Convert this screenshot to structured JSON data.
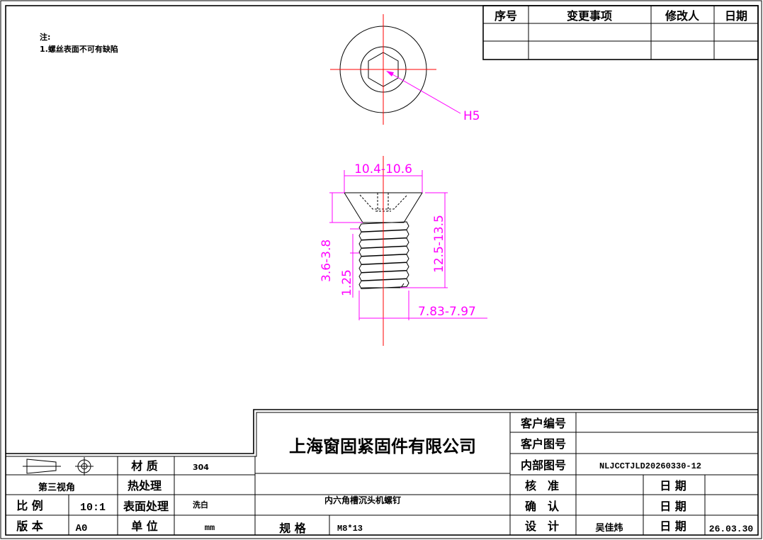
{
  "notes": {
    "title": "注:",
    "items": [
      "1.螺丝表面不可有缺陷"
    ]
  },
  "revision_table": {
    "headers": [
      "序号",
      "变更事项",
      "修改人",
      "日期"
    ],
    "rows": [
      [
        "",
        "",
        "",
        ""
      ],
      [
        "",
        "",
        "",
        ""
      ]
    ]
  },
  "drawing": {
    "hex_label": "H5",
    "dims": {
      "head_diameter": "10.4-10.6",
      "head_height": "3.6-3.8",
      "pitch": "1.25",
      "length": "12.5-13.5",
      "thread_diameter": "7.83-7.97"
    },
    "colors": {
      "center_line": "#ff0000",
      "dimension": "#ff00ff"
    }
  },
  "title_block": {
    "projection_label": "第三视角",
    "material_label": "材 质",
    "material_value": "304",
    "heat_label": "热处理",
    "heat_value": "",
    "surface_label": "表面处理",
    "surface_value": "洗白",
    "scale_label": "比 例",
    "scale_value": "10:1",
    "version_label": "版 本",
    "version_value": "A0",
    "unit_label": "单 位",
    "unit_value": "mm",
    "company": "上海窗固紧固件有限公司",
    "part_name": "内六角槽沉头机螺钉",
    "spec_label": "规 格",
    "spec_value": "M8*13",
    "customer_no_label": "客户编号",
    "customer_no_value": "",
    "customer_drawing_label": "客户图号",
    "customer_drawing_value": "",
    "internal_drawing_label": "内部图号",
    "internal_drawing_value": "NLJCCTJLD20260330-12",
    "approve_label": "核　准",
    "approve_value": "",
    "confirm_label": "确　认",
    "confirm_value": "",
    "design_label": "设　计",
    "design_value": "吴佳炜",
    "date_label": "日 期",
    "approve_date": "",
    "confirm_date": "",
    "design_date": "26.03.30"
  }
}
